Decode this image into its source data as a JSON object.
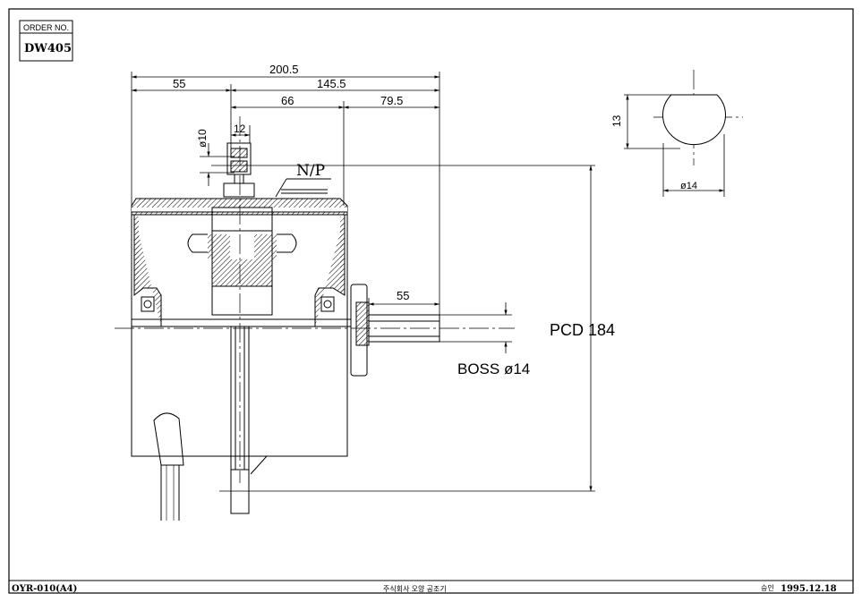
{
  "title_block": {
    "order_label": "ORDER NO.",
    "order_value": "DW405",
    "doc_code": "OYR-010(A4)",
    "company": "주식회사 오양 공조기",
    "approval_label": "승인",
    "approval_date": "1995.12.18"
  },
  "dimensions": {
    "overall_length": "200.5",
    "left_section": "55",
    "right_section": "145.5",
    "mid_section": "66",
    "right_end": "79.5",
    "key_width": "12",
    "key_dia": "ø10",
    "shaft_length": "55",
    "pcd": "PCD 184",
    "boss": "BOSS ø14",
    "section_flat": "13",
    "section_dia": "ø14"
  },
  "labels": {
    "nameplate": "N/P"
  }
}
